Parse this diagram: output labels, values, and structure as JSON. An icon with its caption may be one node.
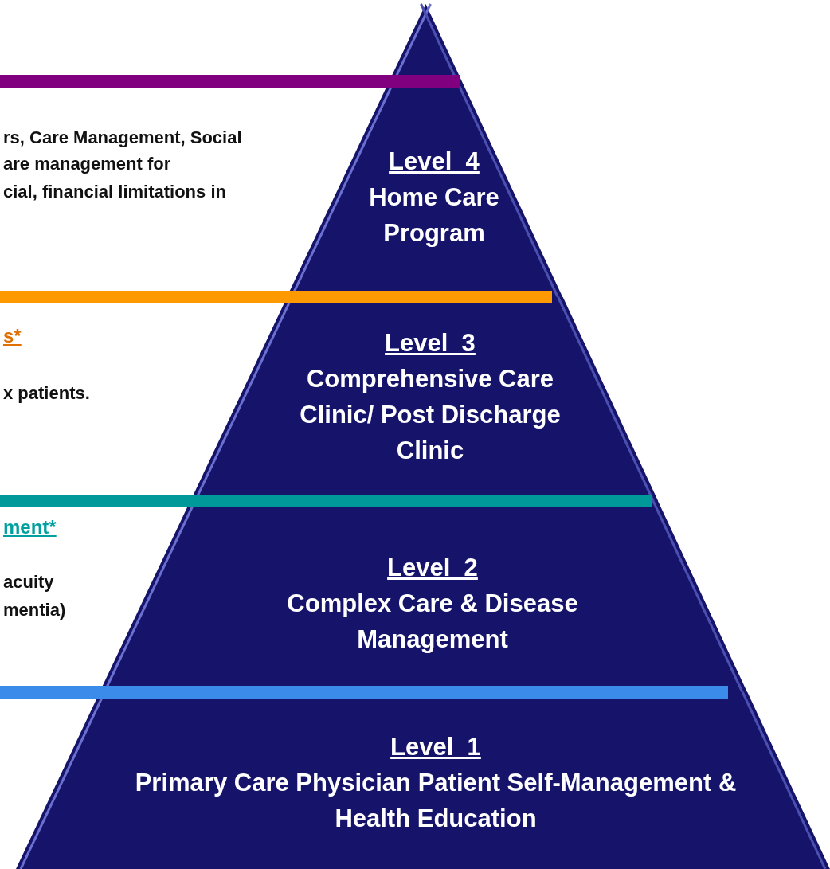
{
  "diagram": {
    "nodes": [
      {
        "text": [],
        "shape": "bar"
      },
      {
        "text": [
          "Level  4",
          "Home Care Program"
        ]
      },
      {
        "text": [],
        "shape": "bar"
      },
      {
        "text": [
          "Level  3",
          "Comprehensive Care Clinic/ Post Discharge Clinic"
        ]
      },
      {
        "text": [],
        "shape": "bar"
      },
      {
        "text": [
          "Level  2",
          "Complex Care & Disease Management"
        ]
      },
      {
        "text": [],
        "shape": "bar"
      },
      {
        "text": [
          "Level  1",
          "Primary Care Physician Patient Self-Management & Health Education"
        ]
      }
    ],
    "edges": [],
    "labels": [
      "rs, Care Management, Social",
      "are management for",
      "cial, financial limitations in",
      "s*",
      "x patients.",
      "ment*",
      "acuity",
      "mentia)"
    ]
  }
}
